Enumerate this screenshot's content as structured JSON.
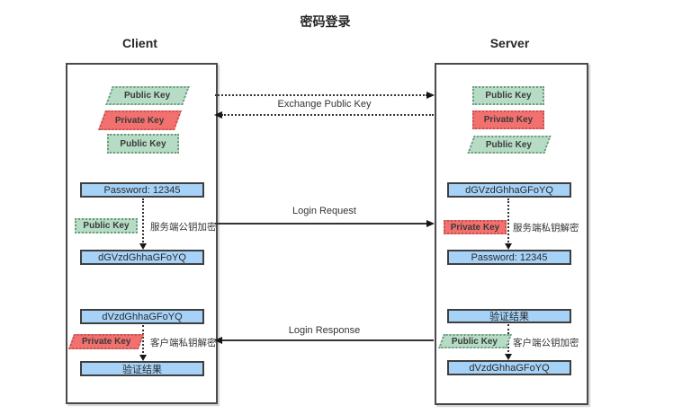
{
  "title": "密码登录",
  "flows": {
    "exchange_label": "Exchange Public Key",
    "request_label": "Login Request",
    "response_label": "Login Response"
  },
  "client": {
    "title": "Client",
    "keys": {
      "k1": "Public Key",
      "k2": "Private Key",
      "k3": "Public Key"
    },
    "password": "Password: 12345",
    "encrypt_key": "Public Key",
    "encrypt_note": "服务端公钥加密",
    "request_cipher": "dGVzdGhhaGFoYQ",
    "response_cipher": "dVzdGhhaGFoYQ",
    "decrypt_key": "Private Key",
    "decrypt_note": "客户端私钥解密",
    "result": "验证结果"
  },
  "server": {
    "title": "Server",
    "keys": {
      "k1": "Public Key",
      "k2": "Private Key",
      "k3": "Public Key"
    },
    "request_cipher": "dGVzdGhhaGFoYQ",
    "decrypt_key": "Private Key",
    "decrypt_note": "服务端私钥解密",
    "password": "Password: 12345",
    "result": "验证结果",
    "encrypt_key": "Public Key",
    "encrypt_note": "客户端公钥加密",
    "response_cipher": "dVzdGhhaGFoYQ"
  },
  "colors": {
    "public-fill": "#b6dcc5",
    "public-border": "#6d9a7d",
    "private-fill": "#f2716f",
    "private-border": "#c25553",
    "data-fill": "#a6d2f7",
    "data-border": "#3f3f3f",
    "line": "#333333"
  }
}
